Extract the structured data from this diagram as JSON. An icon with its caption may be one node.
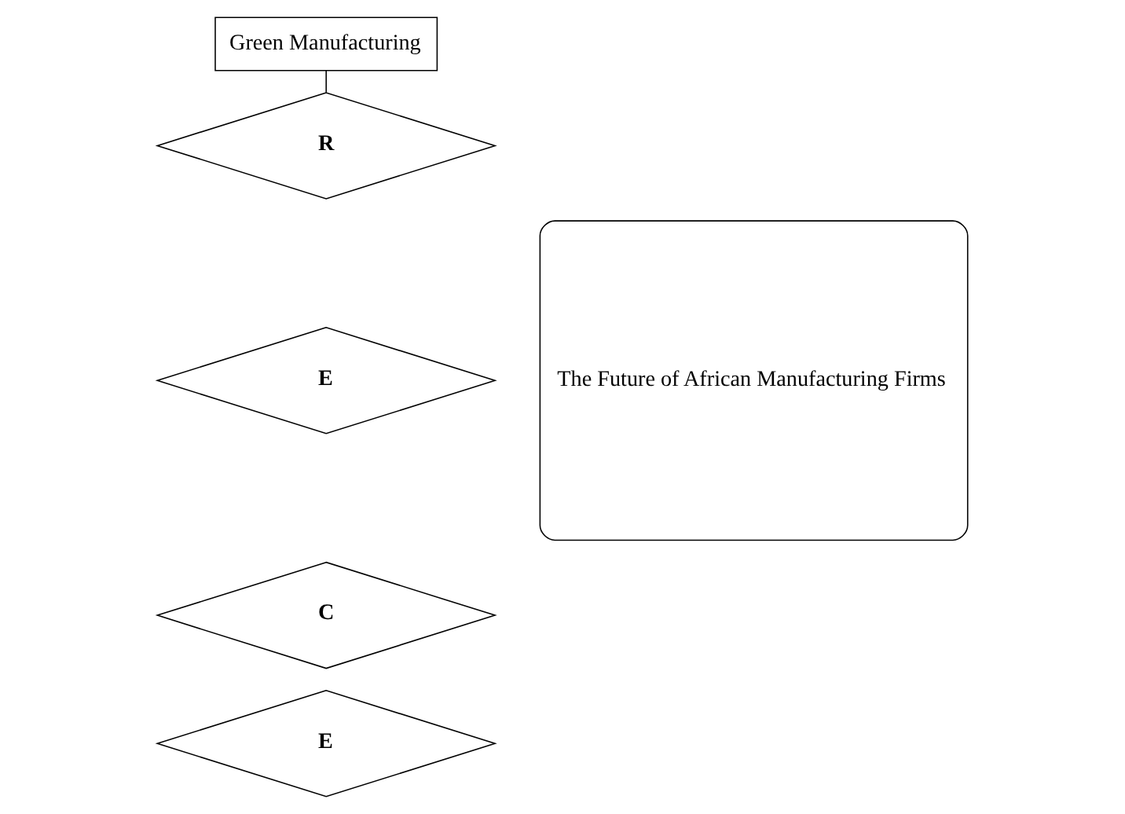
{
  "diagram": {
    "nodes": [
      {
        "text": [
          "Green Manufacturing"
        ]
      },
      {
        "text": [
          "R"
        ]
      },
      {
        "text": [
          "E"
        ]
      },
      {
        "text": [
          "C"
        ]
      },
      {
        "text": [
          "E"
        ]
      },
      {
        "text": [
          "The Future of African Manufacturing Firms"
        ]
      }
    ],
    "edges": [
      {
        "from": 0,
        "to": 1,
        "arrow": "none"
      }
    ]
  }
}
